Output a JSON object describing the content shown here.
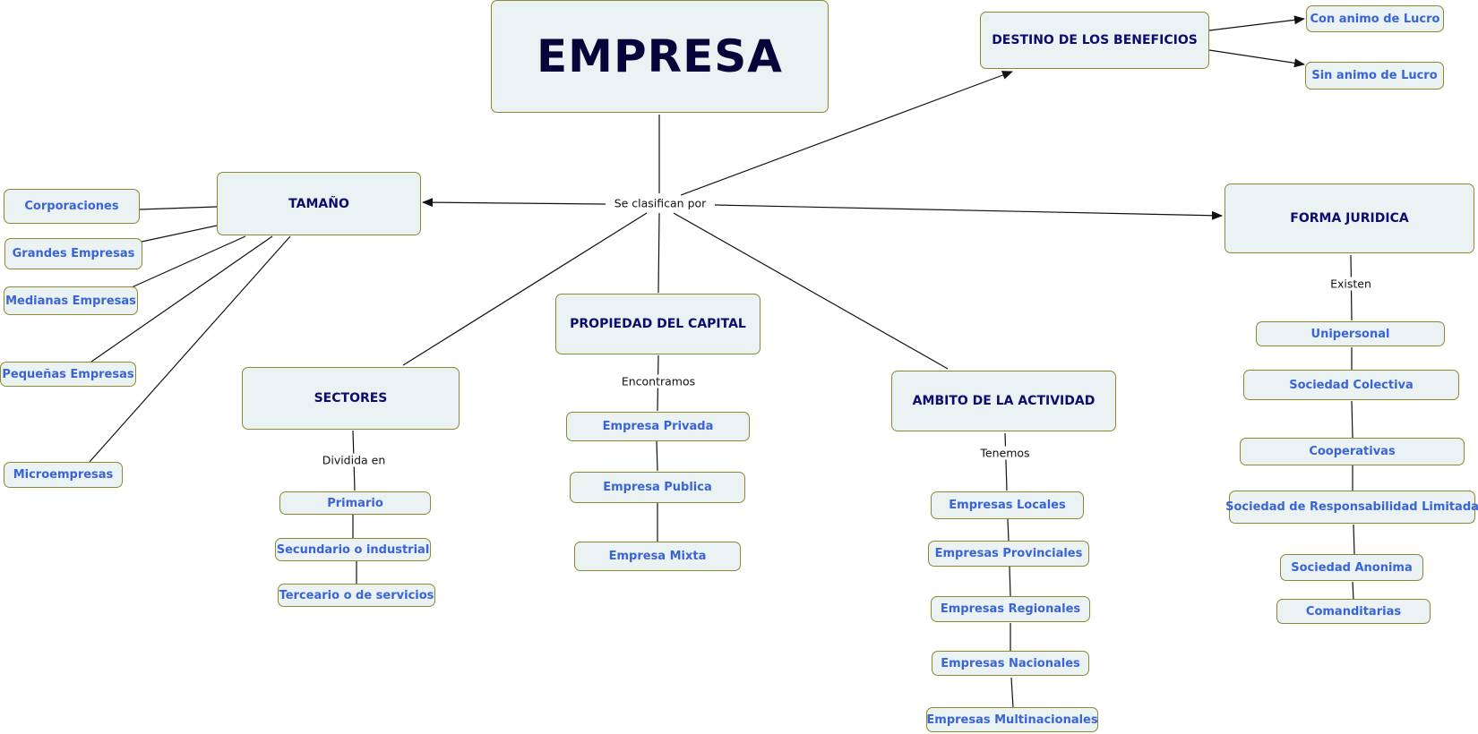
{
  "root": {
    "label": "EMPRESA"
  },
  "root_link_label": "Se clasifican por",
  "categories": {
    "destino": {
      "label": "DESTINO DE LOS BENEFICIOS",
      "children": [
        "Con animo de Lucro",
        "Sin animo de Lucro"
      ]
    },
    "tamano": {
      "label": "TAMAÑO",
      "children": [
        "Corporaciones",
        "Grandes Empresas",
        "Medianas Empresas",
        "Pequeñas Empresas",
        "Microempresas"
      ]
    },
    "sectores": {
      "label": "SECTORES",
      "link_label": "Dividida en",
      "children": [
        "Primario",
        "Secundario o industrial",
        "Terceario o de servicios"
      ]
    },
    "propiedad": {
      "label": "PROPIEDAD DEL CAPITAL",
      "link_label": "Encontramos",
      "children": [
        "Empresa Privada",
        "Empresa Publica",
        "Empresa Mixta"
      ]
    },
    "ambito": {
      "label": "AMBITO DE LA ACTIVIDAD",
      "link_label": "Tenemos",
      "children": [
        "Empresas Locales",
        "Empresas Provinciales",
        "Empresas Regionales",
        "Empresas Nacionales",
        "Empresas Multinacionales"
      ]
    },
    "forma": {
      "label": "FORMA JURIDICA",
      "link_label": "Existen",
      "children": [
        "Unipersonal",
        "Sociedad Colectiva",
        "Cooperativas",
        "Sociedad de Responsabilidad Limitada",
        "Sociedad Anonima",
        "Comanditarias"
      ]
    }
  },
  "colors": {
    "node_fill": "#eaf2f4",
    "node_border": "#8a8a2a",
    "root_text": "#05053a",
    "category_text": "#0c0c6e",
    "leaf_text": "#3a64d6",
    "link": "#111111"
  }
}
